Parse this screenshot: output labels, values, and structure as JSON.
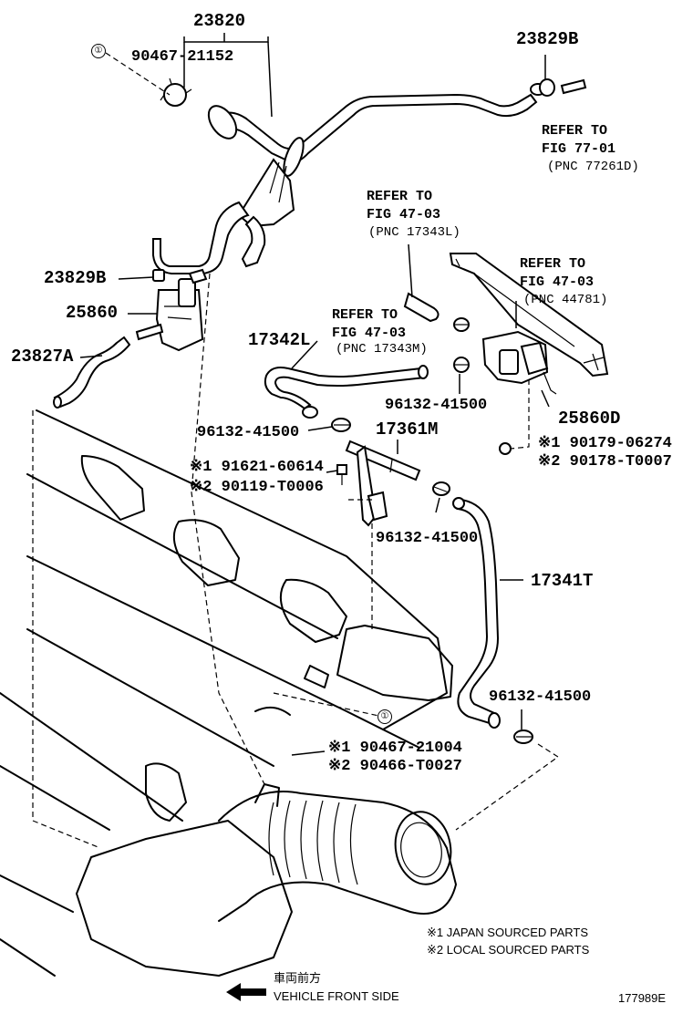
{
  "parts": {
    "p23820": "23820",
    "p90467_21152": "90467-21152",
    "p23829B_top": "23829B",
    "p23829B_left": "23829B",
    "p25860": "25860",
    "p23827A": "23827A",
    "p17342L": "17342L",
    "p96132_a": "96132-41500",
    "p17361M": "17361M",
    "p91621": "※1 91621-60614",
    "p90119": "※2 90119-T0006",
    "p96132_b": "96132-41500",
    "p17341T": "17341T",
    "p96132_c": "96132-41500",
    "p96132_d": "96132-41500",
    "p25860D": "25860D",
    "p90179": "※1 90179-06274",
    "p90178": "※2 90178-T0007",
    "p90467_21004": "※1 90467-21004",
    "p90466": "※2 90466-T0027"
  },
  "refs": {
    "r1": {
      "line1": "REFER TO",
      "line2": "FIG 77-01",
      "line3": "(PNC 77261D)"
    },
    "r2": {
      "line1": "REFER TO",
      "line2": "FIG 47-03",
      "line3": "(PNC 17343L)"
    },
    "r3": {
      "line1": "REFER TO",
      "line2": "FIG 47-03",
      "line3": "(PNC 44781)"
    },
    "r4": {
      "line1": "REFER TO",
      "line2": "FIG 47-03",
      "line3": "(PNC 17343M)"
    }
  },
  "markers": {
    "circle1": "①"
  },
  "notes": {
    "japan": "※1 JAPAN SOURCED PARTS",
    "local": "※2 LOCAL SOURCED PARTS",
    "front_jp": "車両前方",
    "front_en": "VEHICLE FRONT SIDE",
    "figure_id": "177989E"
  }
}
